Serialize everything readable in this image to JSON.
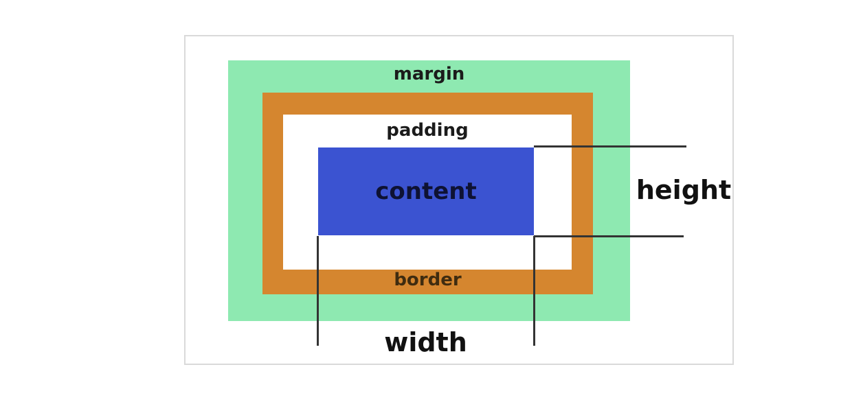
{
  "box_model": {
    "margin": {
      "label": "margin",
      "color": "#8ee9b1"
    },
    "border": {
      "label": "border",
      "color": "#d5862f"
    },
    "padding": {
      "label": "padding",
      "color": "#ffffff"
    },
    "content": {
      "label": "content",
      "color": "#3b53d1"
    },
    "dimensions": {
      "height_label": "height",
      "width_label": "width"
    },
    "measure_line_color": "#333333",
    "panel_border_color": "#d9d9d9",
    "background_color": "#ffffff"
  }
}
